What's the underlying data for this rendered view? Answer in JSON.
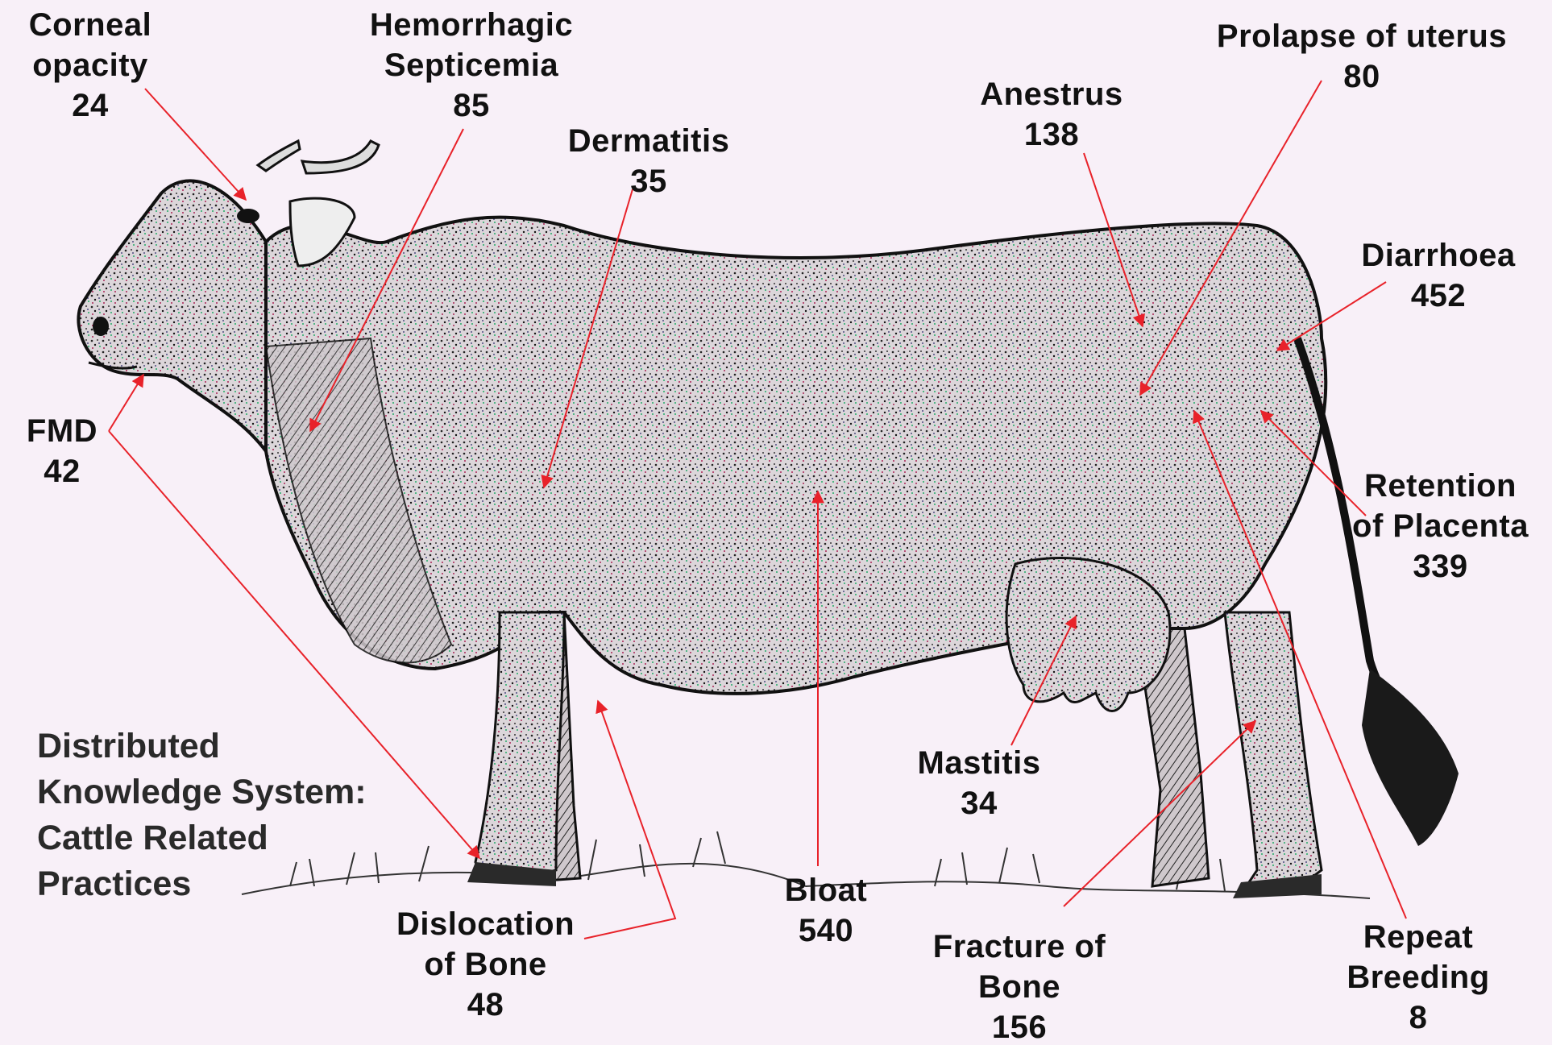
{
  "caption": [
    "Distributed",
    "Knowledge System:",
    "Cattle Related",
    "Practices"
  ],
  "labels": [
    {
      "id": "corneal-opacity",
      "lines": [
        "Corneal",
        "opacity"
      ],
      "count": "24"
    },
    {
      "id": "hemorrhagic-septicemia",
      "lines": [
        "Hemorrhagic",
        "Septicemia"
      ],
      "count": "85"
    },
    {
      "id": "dermatitis",
      "lines": [
        "Dermatitis"
      ],
      "count": "35"
    },
    {
      "id": "anestrus",
      "lines": [
        "Anestrus"
      ],
      "count": "138"
    },
    {
      "id": "prolapse-of-uterus",
      "lines": [
        "Prolapse of uterus"
      ],
      "count": "80"
    },
    {
      "id": "diarrhoea",
      "lines": [
        "Diarrhoea"
      ],
      "count": "452"
    },
    {
      "id": "retention-of-placenta",
      "lines": [
        "Retention",
        "of Placenta"
      ],
      "count": "339"
    },
    {
      "id": "fmd",
      "lines": [
        "FMD"
      ],
      "count": "42"
    },
    {
      "id": "mastitis",
      "lines": [
        "Mastitis"
      ],
      "count": "34"
    },
    {
      "id": "bloat",
      "lines": [
        "Bloat"
      ],
      "count": "540"
    },
    {
      "id": "dislocation-of-bone",
      "lines": [
        "Dislocation",
        "of Bone"
      ],
      "count": "48"
    },
    {
      "id": "fracture-of-bone",
      "lines": [
        "Fracture of",
        "Bone"
      ],
      "count": "156"
    },
    {
      "id": "repeat-breeding",
      "lines": [
        "Repeat",
        "Breeding"
      ],
      "count": "8"
    }
  ],
  "colors": {
    "leader": "#e8222a",
    "ink": "#111111",
    "background": "#f8f0f8",
    "body": "#c9c3c6"
  }
}
